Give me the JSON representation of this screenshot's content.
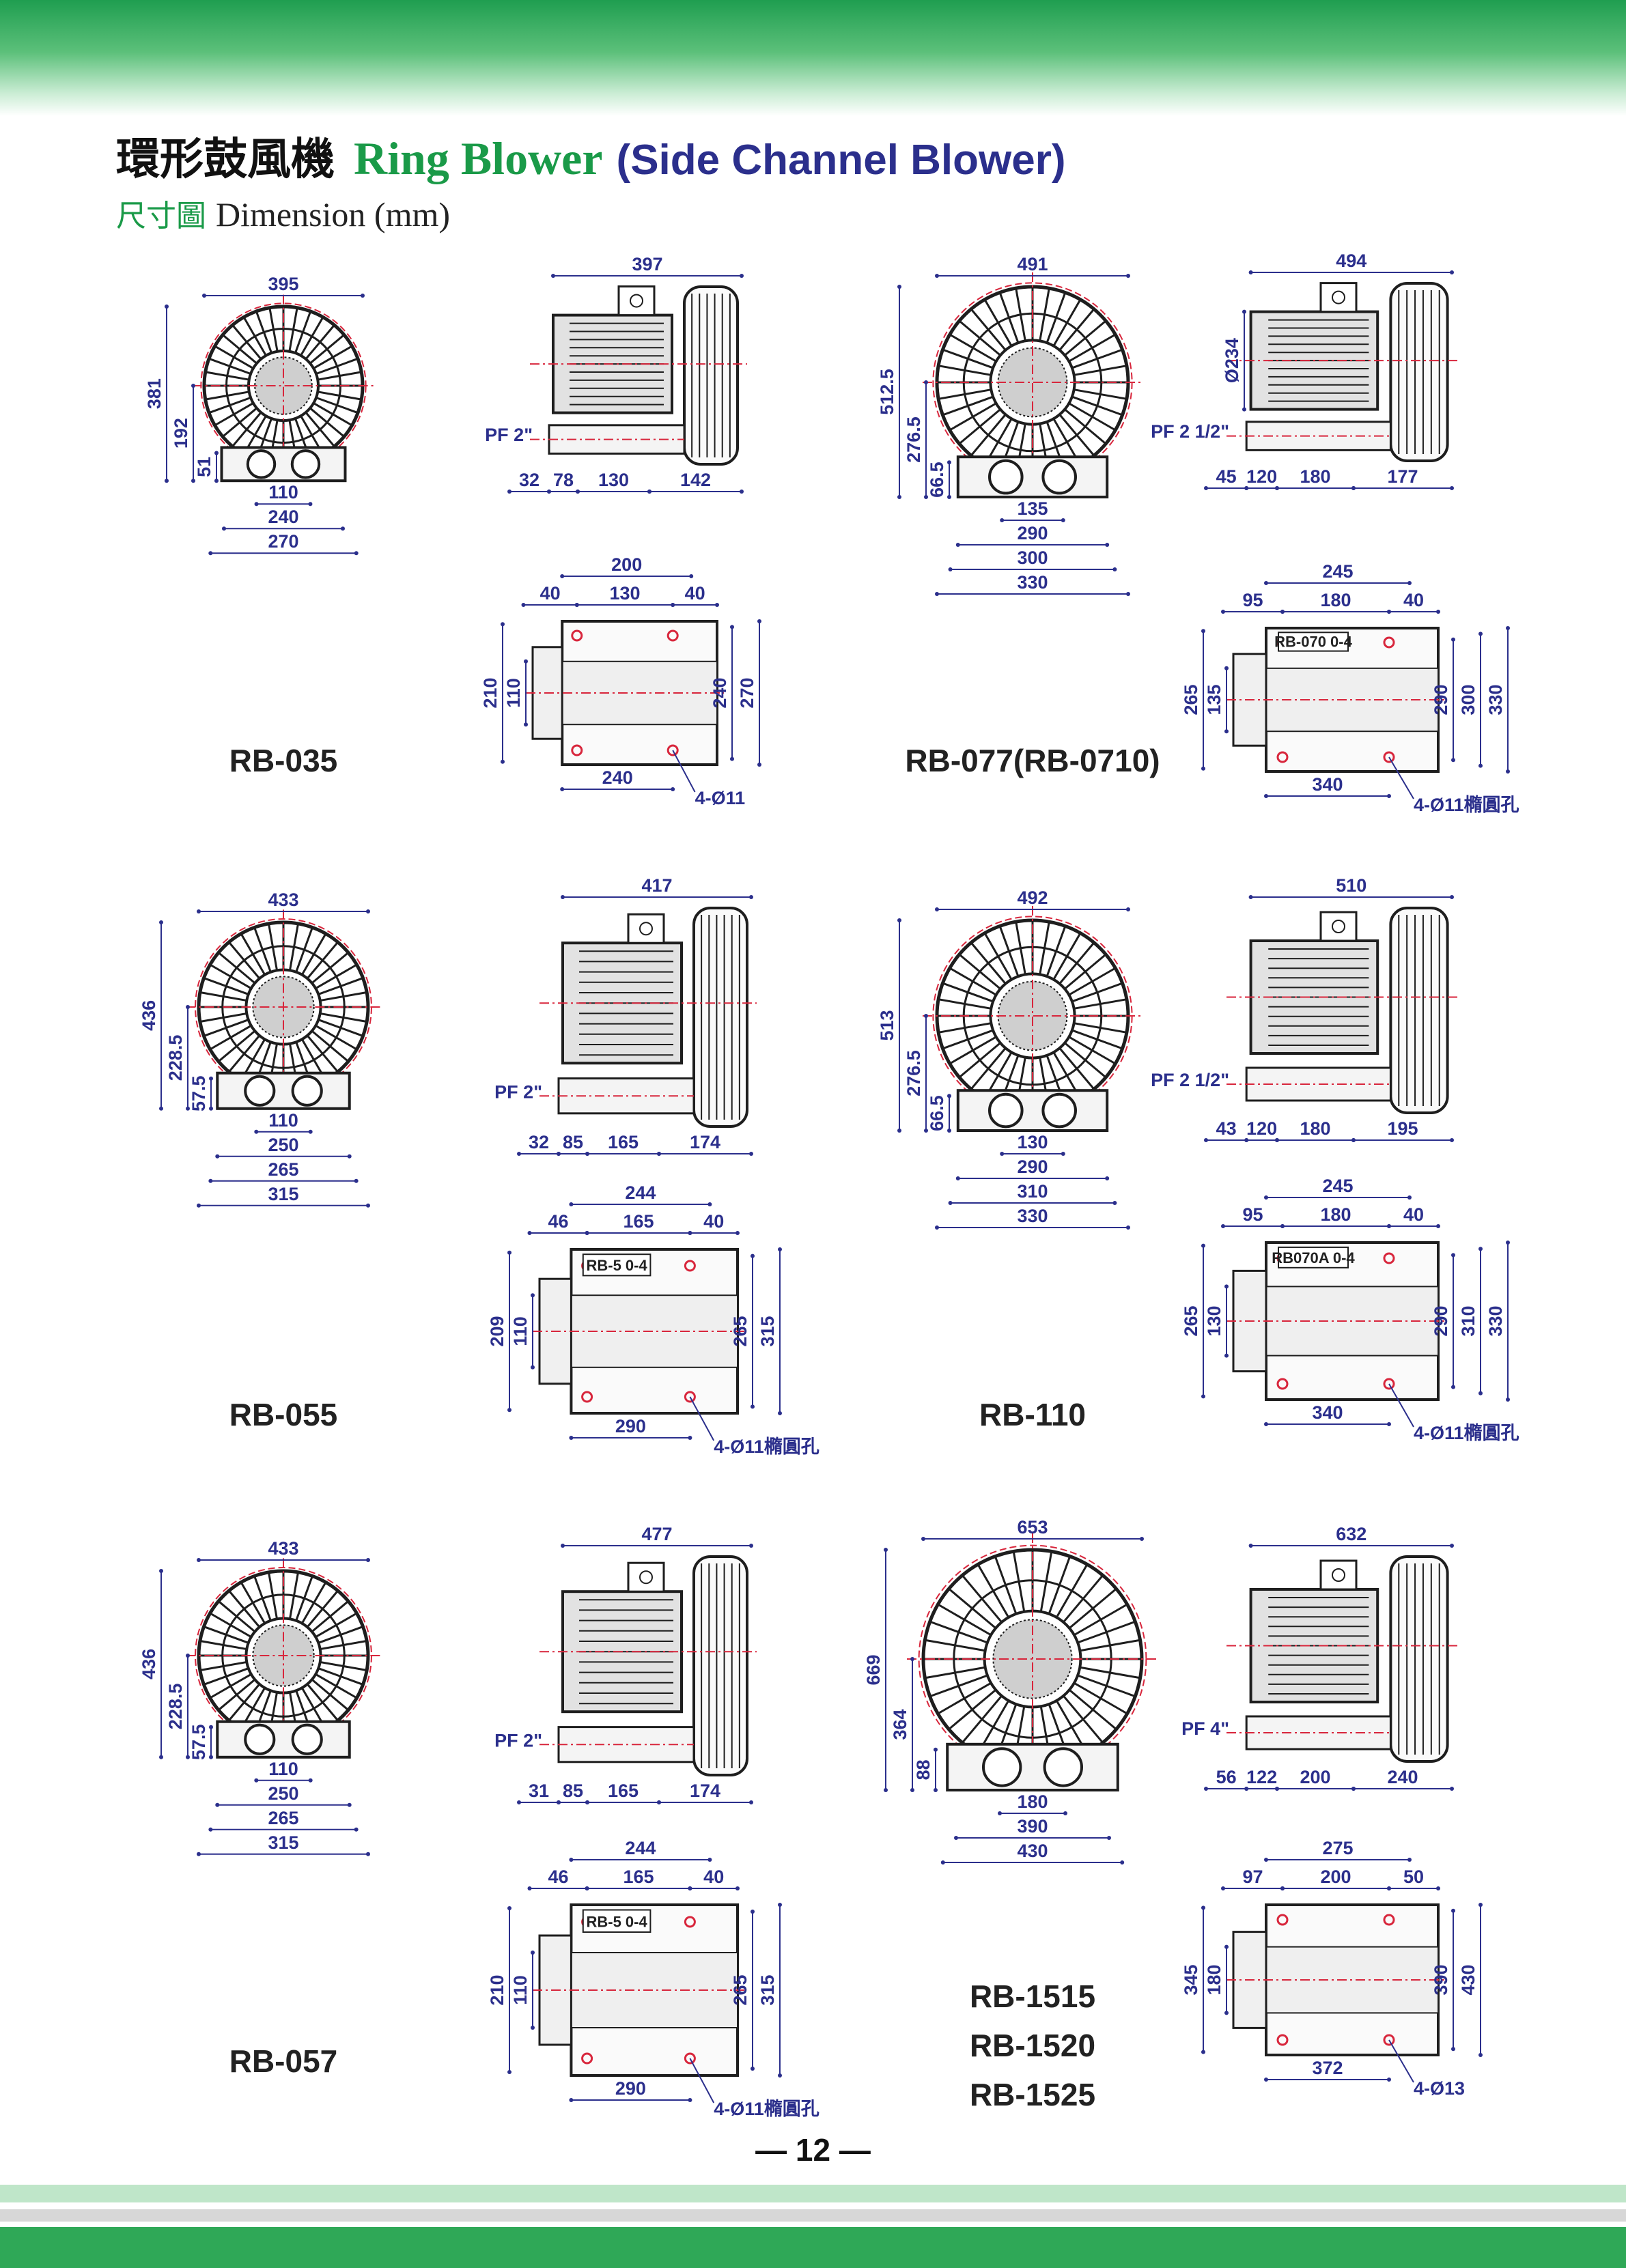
{
  "header": {
    "title_zh": "環形鼓風機",
    "title_en": "Ring Blower",
    "title_en_paren": "(Side Channel Blower)",
    "subtitle_zh": "尺寸圖",
    "subtitle_en": "Dimension (mm)"
  },
  "page_number": "— 12 —",
  "models": [
    {
      "name_lines": [
        "RB-035"
      ],
      "front": {
        "width": "395",
        "height": "381",
        "left_dims": [
          "192",
          "51"
        ],
        "bottom_dims": [
          "110",
          "240",
          "270"
        ]
      },
      "side": {
        "top": "397",
        "port": "PF 2\"",
        "bottom_dims": [
          "32",
          "78",
          "130",
          "142"
        ]
      },
      "base": {
        "top_dims": [
          "200"
        ],
        "upper_dims": [
          "40",
          "130",
          "40"
        ],
        "left_dims": [
          "210",
          "110"
        ],
        "right_dims": [
          "240",
          "270"
        ],
        "bottom": "240",
        "hole": "4-Ø11",
        "plate": ""
      }
    },
    {
      "name_lines": [
        "RB-077(RB-0710)"
      ],
      "front": {
        "width": "491",
        "height": "512.5",
        "left_dims": [
          "276.5",
          "66.5"
        ],
        "bottom_dims": [
          "135",
          "290",
          "300",
          "330"
        ]
      },
      "side": {
        "top": "494",
        "dia": "Ø234",
        "port": "PF 2 1/2\"",
        "bottom_dims": [
          "45",
          "120",
          "180",
          "177"
        ]
      },
      "base": {
        "top_dims": [
          "245"
        ],
        "upper_dims": [
          "95",
          "180",
          "40"
        ],
        "left_dims": [
          "265",
          "135"
        ],
        "right_dims": [
          "290",
          "300",
          "330"
        ],
        "bottom": "340",
        "hole": "4-Ø11橢圓孔",
        "plate": "RB-070 0-4"
      }
    },
    {
      "name_lines": [
        "RB-055"
      ],
      "front": {
        "width": "433",
        "height": "436",
        "left_dims": [
          "228.5",
          "57.5"
        ],
        "bottom_dims": [
          "110",
          "250",
          "265",
          "315"
        ]
      },
      "side": {
        "top": "417",
        "port": "PF 2\"",
        "bottom_dims": [
          "32",
          "85",
          "165",
          "174"
        ]
      },
      "base": {
        "top_dims": [
          "244"
        ],
        "upper_dims": [
          "46",
          "165",
          "40"
        ],
        "left_dims": [
          "209",
          "110"
        ],
        "right_dims": [
          "265",
          "315"
        ],
        "bottom": "290",
        "hole": "4-Ø11橢圓孔",
        "plate": "RB-5 0-4"
      }
    },
    {
      "name_lines": [
        "RB-110"
      ],
      "front": {
        "width": "492",
        "height": "513",
        "left_dims": [
          "276.5",
          "66.5"
        ],
        "bottom_dims": [
          "130",
          "290",
          "310",
          "330"
        ]
      },
      "side": {
        "top": "510",
        "port": "PF 2 1/2\"",
        "bottom_dims": [
          "43",
          "120",
          "180",
          "195"
        ]
      },
      "base": {
        "top_dims": [
          "245"
        ],
        "upper_dims": [
          "95",
          "180",
          "40"
        ],
        "left_dims": [
          "265",
          "130"
        ],
        "right_dims": [
          "290",
          "310",
          "330"
        ],
        "bottom": "340",
        "hole": "4-Ø11橢圓孔",
        "plate": "RB070A 0-4"
      }
    },
    {
      "name_lines": [
        "RB-057"
      ],
      "front": {
        "width": "433",
        "height": "436",
        "left_dims": [
          "228.5",
          "57.5"
        ],
        "bottom_dims": [
          "110",
          "250",
          "265",
          "315"
        ]
      },
      "side": {
        "top": "477",
        "port": "PF 2\"",
        "bottom_dims": [
          "31",
          "85",
          "165",
          "174"
        ]
      },
      "base": {
        "top_dims": [
          "244"
        ],
        "upper_dims": [
          "46",
          "165",
          "40"
        ],
        "left_dims": [
          "210",
          "110"
        ],
        "right_dims": [
          "265",
          "315"
        ],
        "bottom": "290",
        "hole": "4-Ø11橢圓孔",
        "plate": "RB-5 0-4"
      }
    },
    {
      "name_lines": [
        "RB-1515",
        "RB-1520",
        "RB-1525"
      ],
      "front": {
        "width": "653",
        "height": "669",
        "left_dims": [
          "364",
          "88"
        ],
        "bottom_dims": [
          "180",
          "390",
          "430"
        ]
      },
      "side": {
        "top": "632",
        "port": "PF 4\"",
        "bottom_dims": [
          "56",
          "122",
          "200",
          "240"
        ]
      },
      "base": {
        "top_dims": [
          "275"
        ],
        "upper_dims": [
          "97",
          "200",
          "50"
        ],
        "left_dims": [
          "345",
          "180"
        ],
        "right_dims": [
          "390",
          "430"
        ],
        "bottom": "372",
        "hole": "4-Ø13",
        "plate": ""
      }
    }
  ]
}
